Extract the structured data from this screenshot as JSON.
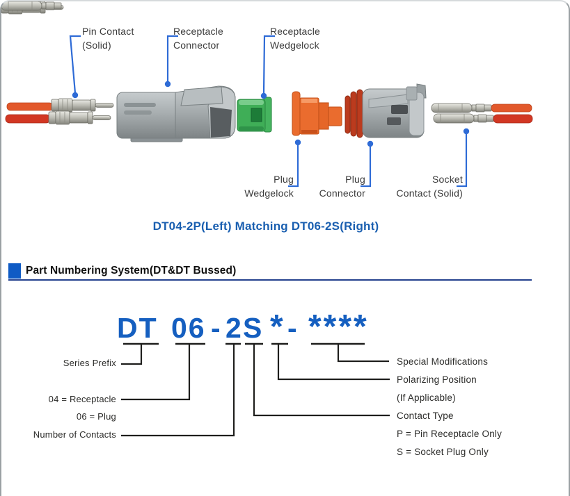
{
  "diagram": {
    "callouts": {
      "pin_contact": {
        "line1": "Pin Contact",
        "line2": "(Solid)"
      },
      "receptacle_connector": {
        "line1": "Receptacle",
        "line2": "Connector"
      },
      "receptacle_wedgelock": {
        "line1": "Receptacle",
        "line2": "Wedgelock"
      },
      "plug_wedgelock": {
        "line1": "Plug",
        "line2": "Wedgelock"
      },
      "plug_connector": {
        "line1": "Plug",
        "line2": "Connector"
      },
      "socket_contact": {
        "line1": "Socket",
        "line2": "Contact (Solid)"
      }
    },
    "caption": "DT04-2P(Left) Matching DT06-2S(Right)"
  },
  "section": {
    "heading": "Part Numbering System(DT&DT Bussed)"
  },
  "part_number": {
    "segments": [
      "DT",
      "06",
      "-",
      "2",
      "S",
      "*",
      "-",
      "****"
    ],
    "labels": {
      "series_prefix": "Series Prefix",
      "receptacle_code": "04 = Receptacle",
      "plug_code": "06 = Plug",
      "number_of_contacts": "Number of Contacts",
      "special_modifications": "Special Modifications",
      "polarizing_position": "Polarizing Position",
      "polarizing_note": "(If Applicable)",
      "contact_type": "Contact Type",
      "pin_note": "P = Pin Receptacle Only",
      "socket_note": "S = Socket Plug Only"
    }
  },
  "colors": {
    "accent_blue": "#2e6bd6",
    "pn_blue": "#155fc0",
    "caption_blue": "#1a5fb0",
    "bullet_blue": "#0f5bc5",
    "rule_navy": "#24418e",
    "label_ink": "#3a3a3a",
    "line_ink": "#1e1e1c",
    "wedgelock_green": "#3fae57",
    "wedgelock_orange": "#ea6c2e",
    "connector_gray": "#a8aeb0",
    "wire_orange": "#e2582b",
    "wire_red": "#d23723"
  }
}
